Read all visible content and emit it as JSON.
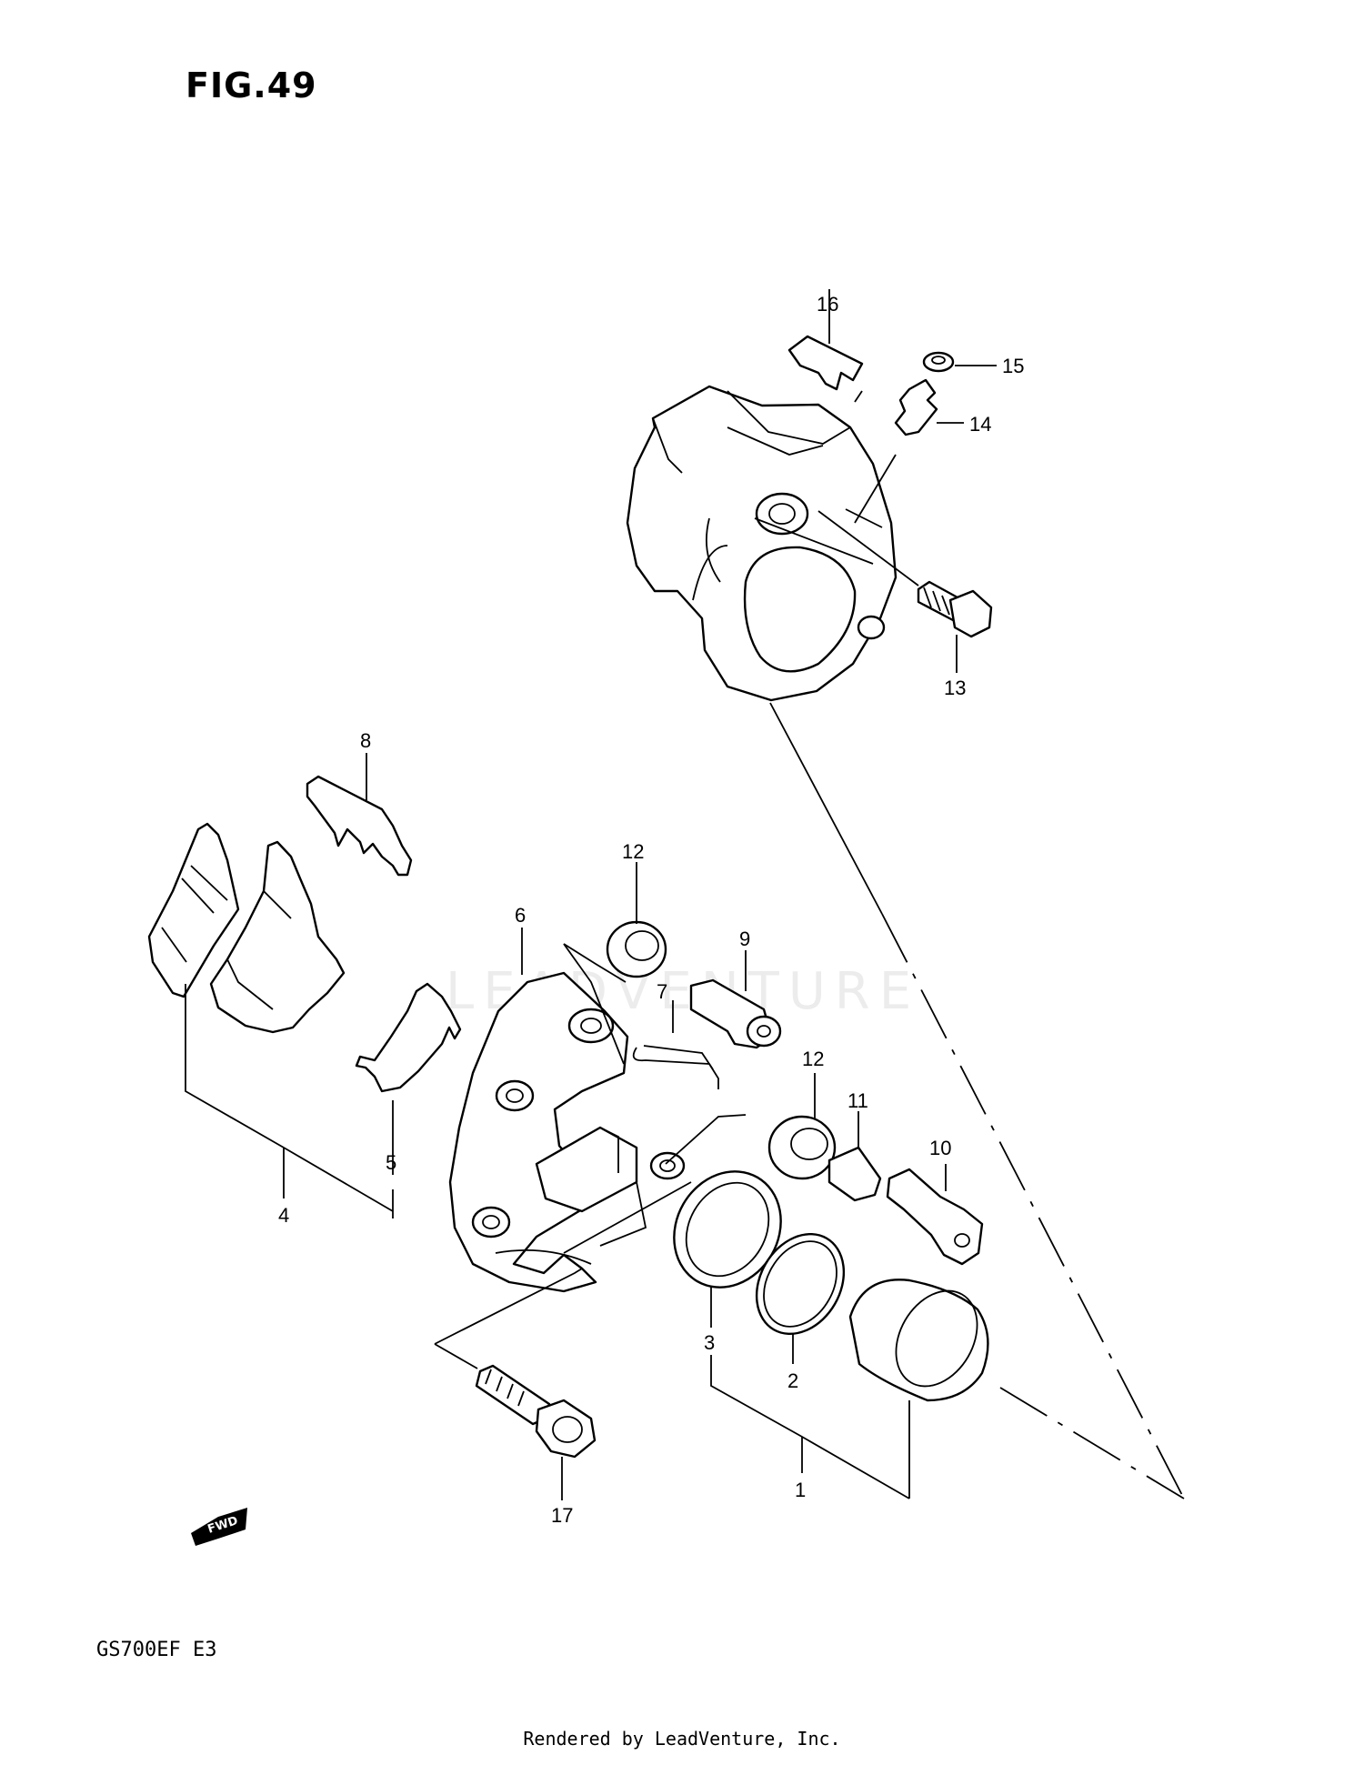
{
  "figure": {
    "title": "FIG.49",
    "model_code": "GS700EF  E3",
    "fwd_label": "FWD",
    "footer": "Rendered by LeadVenture, Inc."
  },
  "callouts": [
    "16",
    "15",
    "14",
    "13",
    "8",
    "12",
    "6",
    "9",
    "7",
    "12",
    "11",
    "10",
    "4",
    "5",
    "3",
    "2",
    "1",
    "17"
  ],
  "watermark": {
    "text": "LEADVENTURE"
  }
}
